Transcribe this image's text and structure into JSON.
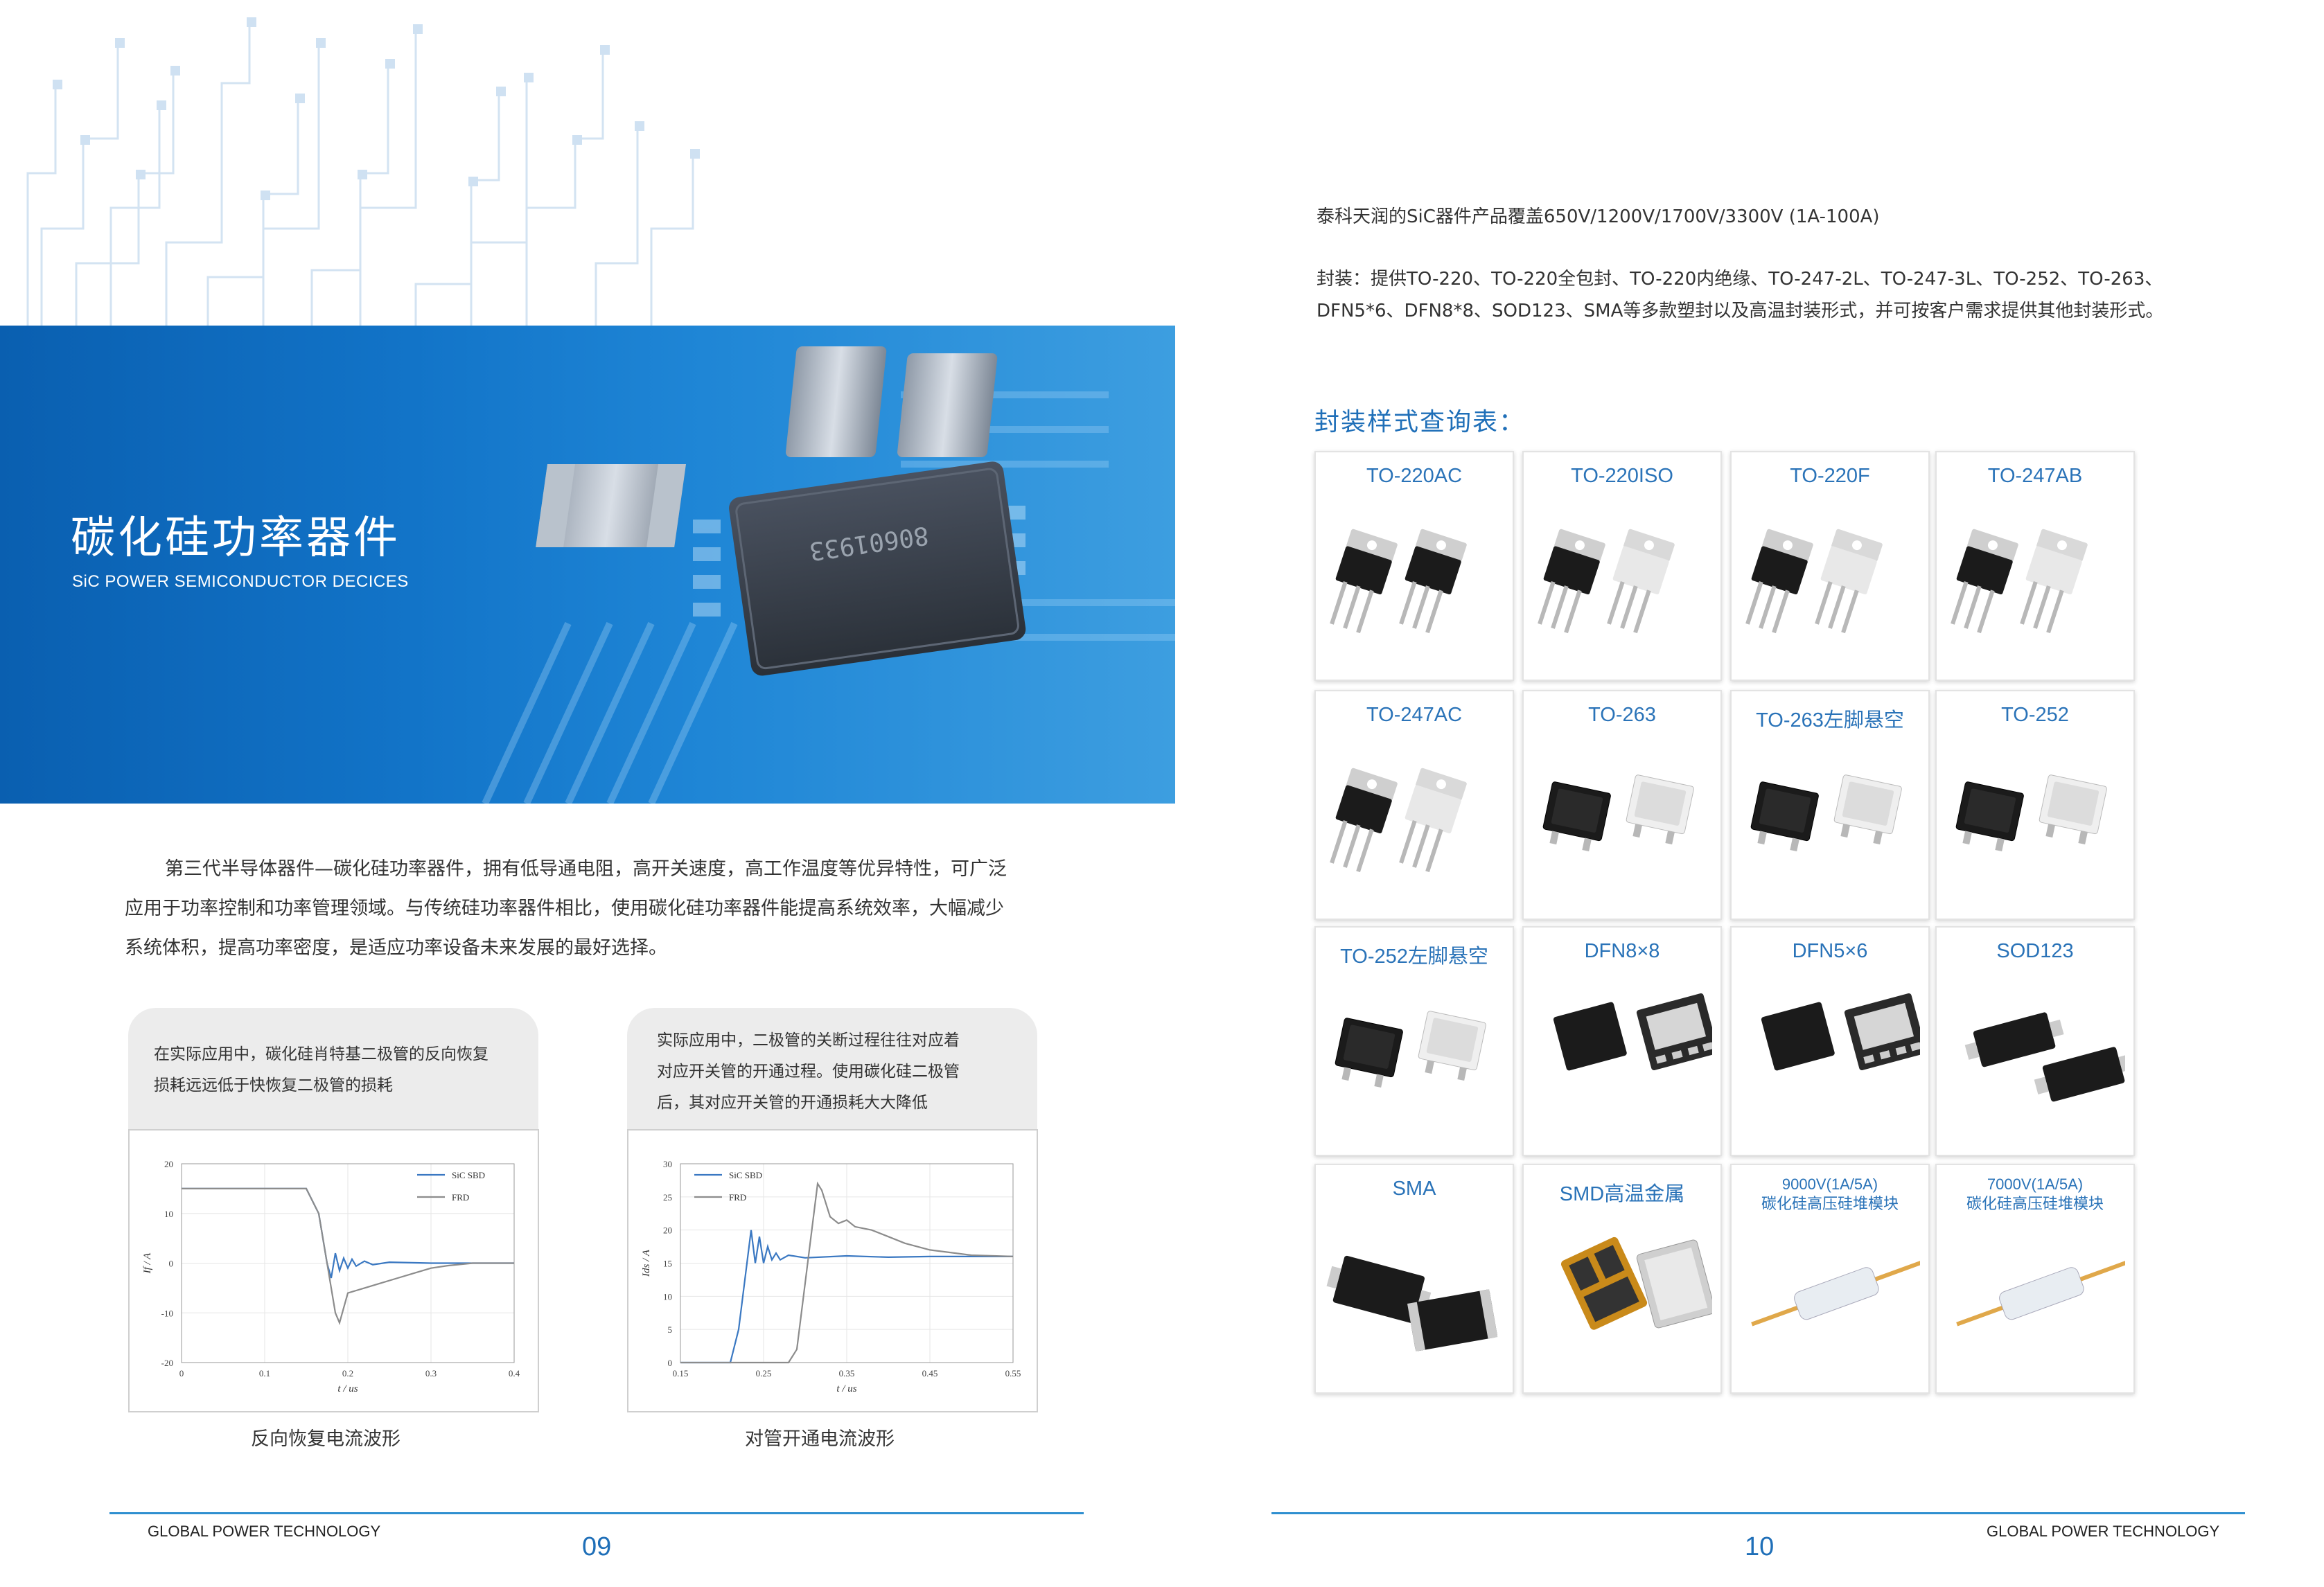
{
  "left_page": {
    "hero": {
      "title": "碳化硅功率器件",
      "subtitle": "SiC POWER SEMICONDUCTOR DECICES"
    },
    "intro": {
      "line1": "第三代半导体器件—碳化硅功率器件，拥有低导通电阻，高开关速度，高工作温度等优异特性，可广泛",
      "line2": "应用于功率控制和功率管理领域。与传统硅功率器件相比，使用碳化硅功率器件能提高系统效率，大幅减少",
      "line3": "系统体积，提高功率密度，是适应功率设备未来发展的最好选择。"
    },
    "card1": {
      "line1": "在实际应用中，碳化硅肖特基二极管的反向恢复",
      "line2": "损耗远远低于快恢复二极管的损耗",
      "caption": "反向恢复电流波形"
    },
    "card2": {
      "line1": "实际应用中，二极管的关断过程往往对应着",
      "line2": "对应开关管的开通过程。使用碳化硅二极管",
      "line3": "后，其对应开关管的开通损耗大大降低",
      "caption": "对管开通电流波形"
    },
    "footer": {
      "brand": "GLOBAL POWER TECHNOLOGY",
      "page": "09"
    }
  },
  "right_page": {
    "line1": "泰科天润的SiC器件产品覆盖650V/1200V/1700V/3300V (1A-100A)",
    "line2": "封装：提供TO-220、TO-220全包封、TO-220内绝缘、TO-247-2L、TO-247-3L、TO-252、TO-263、",
    "line3": "DFN5*6、DFN8*8、SOD123、SMA等多款塑封以及高温封装形式，并可按客户需求提供其他封装形式。",
    "table_title": "封装样式查询表：",
    "packages": [
      {
        "label": "TO-220AC",
        "icon": "to220-icon"
      },
      {
        "label": "TO-220ISO",
        "icon": "to220iso-icon"
      },
      {
        "label": "TO-220F",
        "icon": "to220f-icon"
      },
      {
        "label": "TO-247AB",
        "icon": "to247ab-icon"
      },
      {
        "label": "TO-247AC",
        "icon": "to247ac-icon"
      },
      {
        "label": "TO-263",
        "icon": "to263-icon"
      },
      {
        "label": "TO-263左脚悬空",
        "icon": "to263-left-icon"
      },
      {
        "label": "TO-252",
        "icon": "to252-icon"
      },
      {
        "label": "TO-252左脚悬空",
        "icon": "to252-left-icon"
      },
      {
        "label": "DFN8×8",
        "icon": "dfn88-icon"
      },
      {
        "label": "DFN5×6",
        "icon": "dfn56-icon"
      },
      {
        "label": "SOD123",
        "icon": "sod123-icon"
      },
      {
        "label": "SMA",
        "icon": "sma-icon"
      },
      {
        "label": "SMD高温金属",
        "icon": "smd-metal-icon"
      },
      {
        "label": "9000V(1A/5A)",
        "label2": "碳化硅高压硅堆模块",
        "icon": "hv-module-icon"
      },
      {
        "label": "7000V(1A/5A)",
        "label2": "碳化硅高压硅堆模块",
        "icon": "hv-module-icon"
      }
    ],
    "footer": {
      "brand": "GLOBAL POWER TECHNOLOGY",
      "page": "10"
    }
  },
  "chart_data": [
    {
      "type": "line",
      "xlabel": "t / us",
      "ylabel": "If / A",
      "xlim": [
        0,
        0.4
      ],
      "ylim": [
        -20,
        20
      ],
      "xticks": [
        "0",
        "0.1",
        "0.2",
        "0.3",
        "0.4"
      ],
      "yticks": [
        "20",
        "10",
        "0",
        "-10",
        "-20"
      ],
      "legend": "top-right",
      "series": [
        {
          "name": "SiC SBD",
          "color": "#3a78c2",
          "x": [
            0,
            0.15,
            0.165,
            0.175,
            0.18,
            0.185,
            0.19,
            0.195,
            0.2,
            0.205,
            0.21,
            0.22,
            0.23,
            0.25,
            0.3,
            0.4
          ],
          "y": [
            15,
            15,
            10,
            0,
            -3,
            2,
            -1.5,
            1,
            -1,
            0.8,
            -0.6,
            0.4,
            -0.3,
            0.2,
            0,
            0
          ]
        },
        {
          "name": "FRD",
          "color": "#8c8c8c",
          "x": [
            0,
            0.15,
            0.165,
            0.175,
            0.185,
            0.19,
            0.195,
            0.2,
            0.21,
            0.22,
            0.24,
            0.26,
            0.28,
            0.3,
            0.32,
            0.35,
            0.4
          ],
          "y": [
            15,
            15,
            10,
            0,
            -10,
            -12,
            -9,
            -6,
            -5.5,
            -5,
            -4,
            -3,
            -2,
            -1,
            -0.5,
            0,
            0
          ]
        }
      ]
    },
    {
      "type": "line",
      "xlabel": "t / us",
      "ylabel": "Ids / A",
      "xlim": [
        0.15,
        0.55
      ],
      "ylim": [
        0,
        30
      ],
      "xticks": [
        "0.15",
        "0.25",
        "0.35",
        "0.45",
        "0.55"
      ],
      "yticks": [
        "30",
        "25",
        "20",
        "15",
        "10",
        "5",
        "0"
      ],
      "legend": "top-left",
      "series": [
        {
          "name": "SiC SBD",
          "color": "#3a78c2",
          "x": [
            0.15,
            0.21,
            0.22,
            0.235,
            0.24,
            0.245,
            0.25,
            0.255,
            0.26,
            0.265,
            0.27,
            0.28,
            0.3,
            0.35,
            0.4,
            0.45,
            0.55
          ],
          "y": [
            0,
            0,
            5,
            20,
            15,
            19,
            15,
            17.5,
            15.5,
            16.5,
            15.5,
            16.2,
            15.8,
            16.1,
            15.9,
            16,
            16
          ]
        },
        {
          "name": "FRD",
          "color": "#8c8c8c",
          "x": [
            0.15,
            0.28,
            0.29,
            0.3,
            0.31,
            0.315,
            0.32,
            0.33,
            0.34,
            0.35,
            0.36,
            0.38,
            0.4,
            0.42,
            0.45,
            0.5,
            0.55
          ],
          "y": [
            0,
            0,
            2,
            12,
            22,
            27,
            26,
            22,
            21,
            21.5,
            20.5,
            20,
            19,
            18,
            17,
            16.2,
            16
          ]
        }
      ]
    }
  ]
}
